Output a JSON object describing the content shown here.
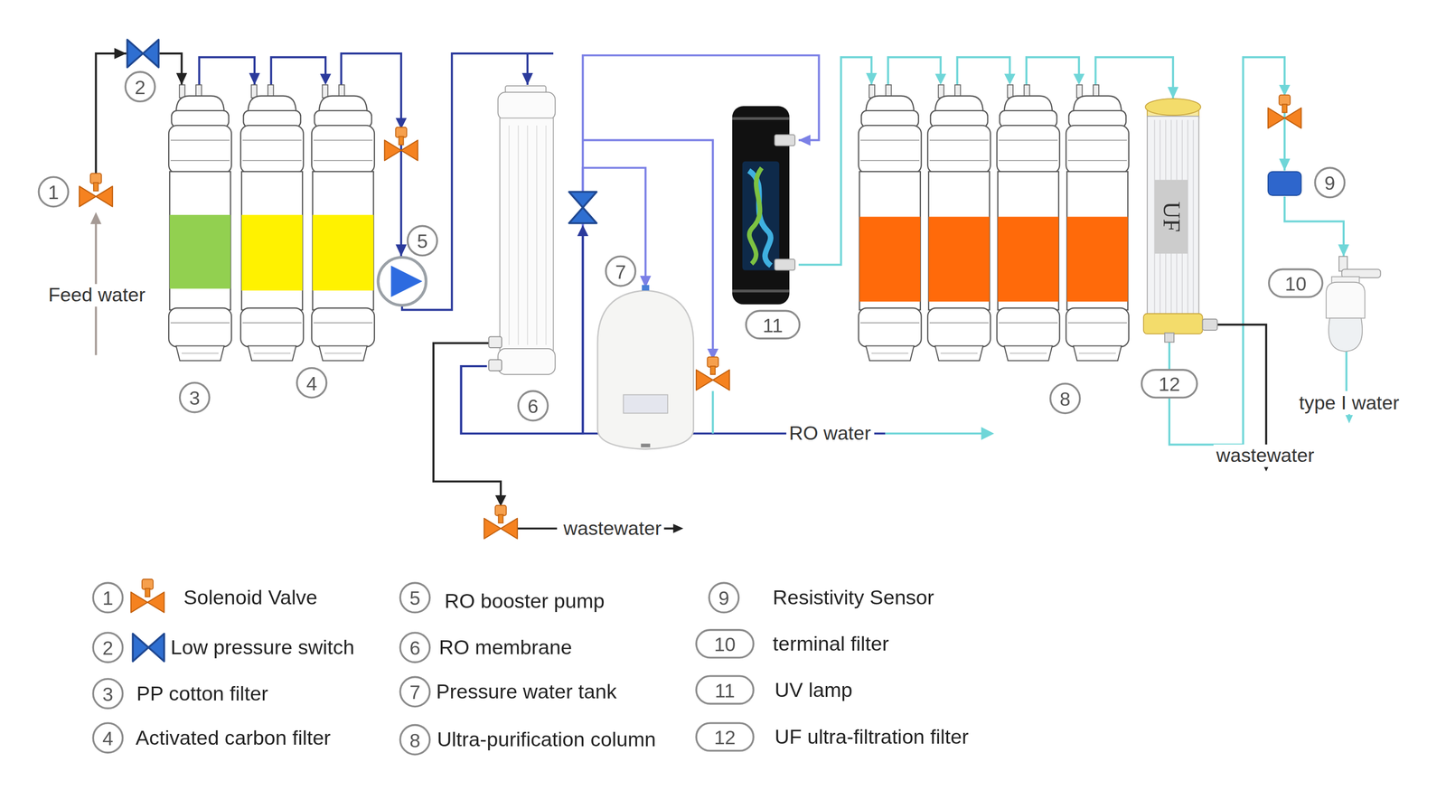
{
  "diagram": {
    "nodes": [
      {
        "text": [
          "1"
        ]
      },
      {
        "text": [
          "2"
        ]
      },
      {
        "text": [
          "3"
        ]
      },
      {
        "text": [
          "4"
        ]
      },
      {
        "text": [
          "5"
        ]
      },
      {
        "text": [
          "6"
        ]
      },
      {
        "text": [
          "7"
        ]
      },
      {
        "text": [
          "11"
        ]
      },
      {
        "text": [
          "8"
        ]
      },
      {
        "text": [
          "UF",
          "12"
        ]
      },
      {
        "text": [
          "9"
        ]
      },
      {
        "text": [
          "10"
        ]
      }
    ],
    "edges": [
      {
        "from": 0,
        "to": 1,
        "arrow": "to"
      },
      {
        "from": 1,
        "to": 2,
        "arrow": "to"
      },
      {
        "from": 2,
        "to": 3,
        "arrow": "to"
      },
      {
        "from": 3,
        "to": 4,
        "arrow": "to"
      },
      {
        "from": 4,
        "to": 5,
        "arrow": "to"
      },
      {
        "from": 5,
        "to": 6,
        "arrow": "to"
      },
      {
        "from": 5,
        "to": 7,
        "arrow": "to"
      },
      {
        "from": 7,
        "to": 8,
        "arrow": "to"
      },
      {
        "from": 8,
        "to": 9,
        "arrow": "to"
      },
      {
        "from": 9,
        "to": 10,
        "arrow": "to"
      },
      {
        "from": 10,
        "to": 11,
        "arrow": "to"
      }
    ],
    "labels": [
      "Feed water",
      "wastewater",
      "RO water",
      "wastewater",
      "type I water",
      "1",
      "2",
      "3",
      "4",
      "5",
      "6",
      "7",
      "8",
      "9",
      "10",
      "11",
      "12"
    ],
    "legend": [
      {
        "text": "Solenoid Valve"
      },
      {
        "text": "Low pressure switch"
      },
      {
        "text": "PP cotton filter"
      },
      {
        "text": "Activated carbon filter"
      },
      {
        "text": "RO booster pump"
      },
      {
        "text": "RO membrane"
      },
      {
        "text": "Pressure water tank"
      },
      {
        "text": "Ultra-purification column"
      },
      {
        "text": "Resistivity Sensor"
      },
      {
        "text": "terminal filter"
      },
      {
        "text": "UV lamp"
      },
      {
        "text": "UF ultra-filtration filter"
      }
    ]
  }
}
